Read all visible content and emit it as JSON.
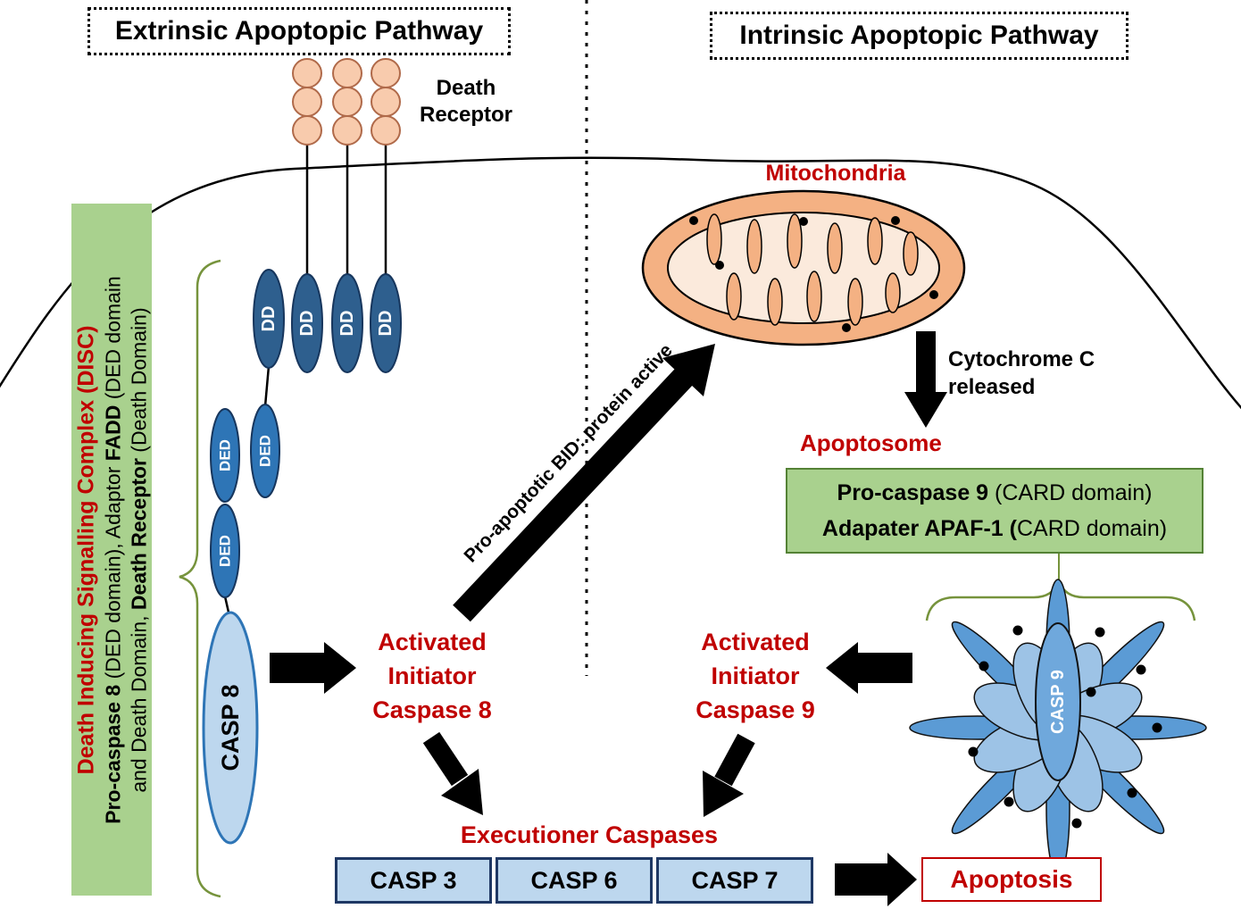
{
  "titles": {
    "extrinsic": "Extrinsic Apoptopic Pathway",
    "intrinsic": "Intrinsic Apoptopic Pathway"
  },
  "receptor": {
    "label": "Death\nReceptor"
  },
  "disc": {
    "line1": "Death Inducing Signalling Complex (DISC)",
    "line2": {
      "b1": "Pro-caspase 8 ",
      "r1": "(DED domain), Adaptor ",
      "b2": "FADD ",
      "r2": "(DED domain"
    },
    "line3": {
      "r1": "and Death Domain, ",
      "b1": "Death Receptor ",
      "r2": "(Death Domain)"
    }
  },
  "complex": {
    "dd": [
      "DD",
      "DD",
      "DD",
      "DD"
    ],
    "ded": [
      "DED",
      "DED",
      "DED"
    ],
    "casp8": "CASP 8"
  },
  "extrinsic_flow": {
    "activated_caspase8": "Activated\nInitiator\nCaspase 8",
    "bid_arrow": "Pro-apoptotic BID: protein active"
  },
  "intrinsic_flow": {
    "mitochondria": "Mitochondria",
    "cytochrome": "Cytochrome C\nreleased",
    "apoptosome": "Apoptosome",
    "apoptosome_box": {
      "l1b": "Pro-caspase 9 ",
      "l1r": "(CARD domain)",
      "l2b": "Adapater APAF-1 (",
      "l2r": "CARD domain)"
    },
    "casp9": "CASP 9",
    "activated_caspase9": "Activated\nInitiator\nCaspase 9"
  },
  "executioner": {
    "label": "Executioner Caspases",
    "boxes": [
      "CASP 3",
      "CASP 6",
      "CASP 7"
    ],
    "apoptosis": "Apoptosis"
  },
  "colors": {
    "red": "#C00000",
    "green_fill": "#A9D18E",
    "green_stroke": "#548235",
    "brace_green": "#76933C",
    "blue_dark": "#2E5F8E",
    "blue_mid": "#2E75B6",
    "blue_light": "#BDD7EE",
    "salmon": "#F8CBAD",
    "mito_fill": "#F4B183"
  }
}
